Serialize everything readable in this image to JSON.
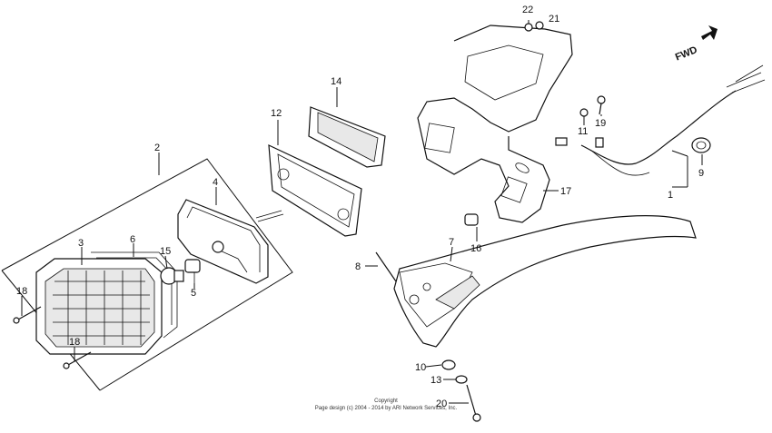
{
  "direction_label": "FWD",
  "copyright": {
    "line1": "Copyright",
    "line2": "Page design (c) 2004 - 2014 by ARI Network Services, Inc."
  },
  "callouts": {
    "c1": "1",
    "c2": "2",
    "c3": "3",
    "c4": "4",
    "c5": "5",
    "c6": "6",
    "c7": "7",
    "c8": "8",
    "c9": "9",
    "c10": "10",
    "c11": "11",
    "c12": "12",
    "c13": "13",
    "c14": "14",
    "c15": "15",
    "c16": "16",
    "c17": "17",
    "c18a": "18",
    "c18b": "18",
    "c19": "19",
    "c20": "20",
    "c21": "21",
    "c22": "22"
  },
  "icons": {
    "direction": "arrow-right-icon"
  }
}
